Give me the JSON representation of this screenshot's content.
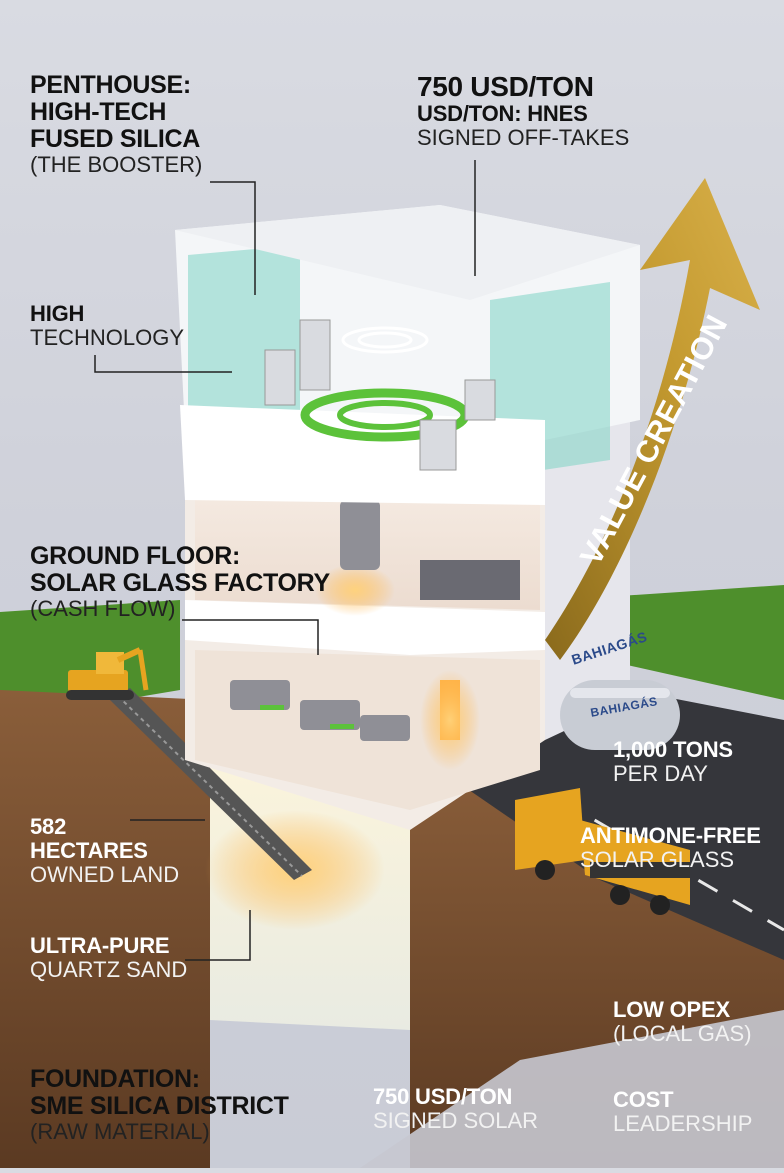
{
  "labels": {
    "penthouse": {
      "line1": "PENTHOUSE:",
      "line2": "HIGH-TECH",
      "line3": "FUSED SILICA",
      "sub": "(THE BOOSTER)"
    },
    "top_price": {
      "line1": "750 USD/TON",
      "line2": "USD/TON: HNES",
      "sub": "SIGNED OFF-TAKES"
    },
    "high_tech": {
      "line1": "HIGH",
      "sub": "TECHNOLOGY"
    },
    "ground_floor": {
      "line1": "GROUND FLOOR:",
      "line2": "SOLAR GLASS FACTORY",
      "sub": "(CASH FLOW)"
    },
    "land": {
      "line1": "582",
      "line2": "HECTARES",
      "sub": "OWNED LAND"
    },
    "sand": {
      "line1": "ULTRA-PURE",
      "sub": "QUARTZ SAND"
    },
    "foundation": {
      "line1": "FOUNDATION:",
      "line2": "SME SILICA DISTRICT",
      "sub": "(RAW MATERIAL)"
    },
    "bottom_price": {
      "line1": "750 USD/TON",
      "sub": "SIGNED SOLAR"
    },
    "capacity": {
      "line1": "1,000 TONS",
      "sub": "PER DAY"
    },
    "product": {
      "line1": "ANTIMONE-FREE",
      "sub": "SOLAR GLASS"
    },
    "opex": {
      "line1": "LOW OPEX",
      "sub": "(LOCAL GAS)"
    },
    "cost": {
      "line1": "COST",
      "sub": "LEADERSHIP"
    }
  },
  "arrow_text": "VALUE CREATION",
  "brand_wall": "BAHIAGÁS",
  "brand_tank": "BAHIAGÁS",
  "colors": {
    "arrow": "#b8912a",
    "glass": "#7ed3c4",
    "green": "#5cc23a",
    "soil": "#7a5232",
    "road": "#3a3b40",
    "truck": "#e6a420"
  }
}
